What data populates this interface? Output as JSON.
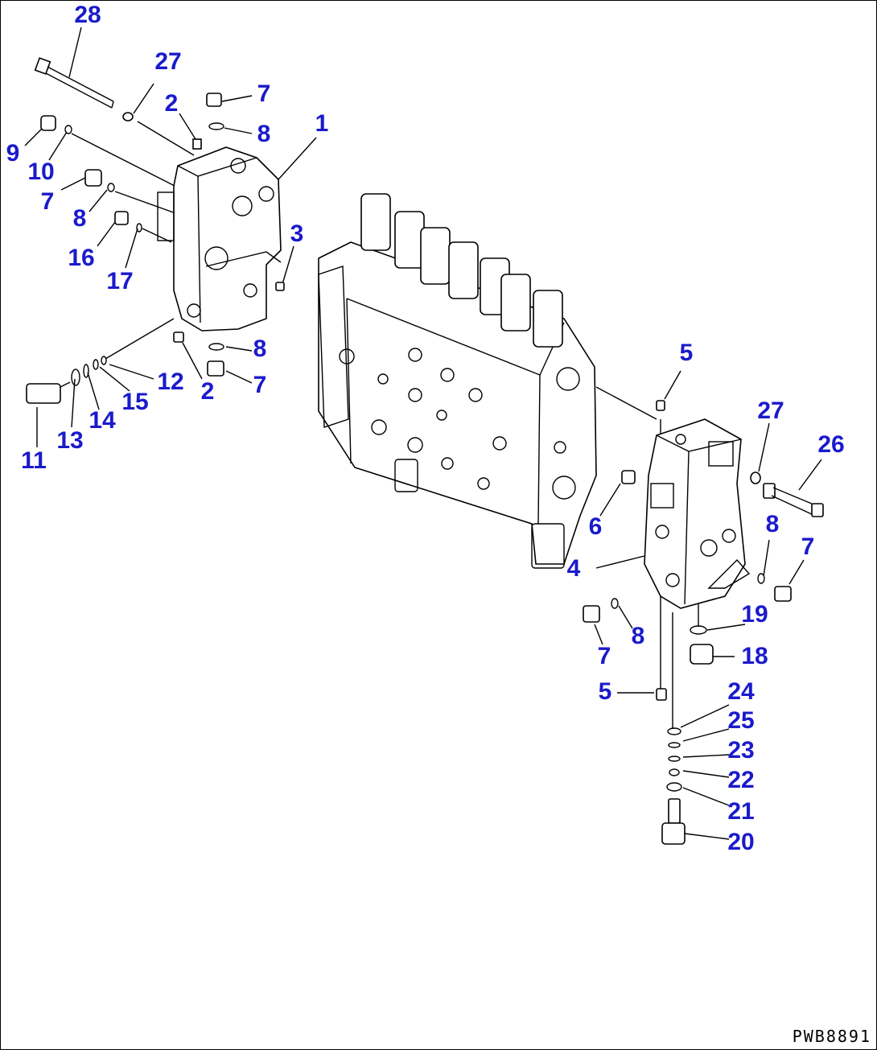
{
  "diagram": {
    "drawing_id": "PWB8891",
    "callout_color": "#1a1acc",
    "callouts": [
      {
        "id": "c28",
        "text": "28"
      },
      {
        "id": "c27a",
        "text": "27"
      },
      {
        "id": "c7a",
        "text": "7"
      },
      {
        "id": "c2a",
        "text": "2"
      },
      {
        "id": "c8a",
        "text": "8"
      },
      {
        "id": "c1",
        "text": "1"
      },
      {
        "id": "c9",
        "text": "9"
      },
      {
        "id": "c10",
        "text": "10"
      },
      {
        "id": "c7b",
        "text": "7"
      },
      {
        "id": "c8b",
        "text": "8"
      },
      {
        "id": "c16",
        "text": "16"
      },
      {
        "id": "c17",
        "text": "17"
      },
      {
        "id": "c3",
        "text": "3"
      },
      {
        "id": "c8c",
        "text": "8"
      },
      {
        "id": "c12",
        "text": "12"
      },
      {
        "id": "c7c",
        "text": "7"
      },
      {
        "id": "c2b",
        "text": "2"
      },
      {
        "id": "c15",
        "text": "15"
      },
      {
        "id": "c11",
        "text": "11"
      },
      {
        "id": "c13",
        "text": "13"
      },
      {
        "id": "c14",
        "text": "14"
      },
      {
        "id": "c5a",
        "text": "5"
      },
      {
        "id": "c27b",
        "text": "27"
      },
      {
        "id": "c26",
        "text": "26"
      },
      {
        "id": "c6",
        "text": "6"
      },
      {
        "id": "c8d",
        "text": "8"
      },
      {
        "id": "c7d",
        "text": "7"
      },
      {
        "id": "c4",
        "text": "4"
      },
      {
        "id": "c19",
        "text": "19"
      },
      {
        "id": "c8e",
        "text": "8"
      },
      {
        "id": "c7e",
        "text": "7"
      },
      {
        "id": "c18",
        "text": "18"
      },
      {
        "id": "c5b",
        "text": "5"
      },
      {
        "id": "c24",
        "text": "24"
      },
      {
        "id": "c25",
        "text": "25"
      },
      {
        "id": "c23",
        "text": "23"
      },
      {
        "id": "c22",
        "text": "22"
      },
      {
        "id": "c21",
        "text": "21"
      },
      {
        "id": "c20",
        "text": "20"
      }
    ]
  }
}
